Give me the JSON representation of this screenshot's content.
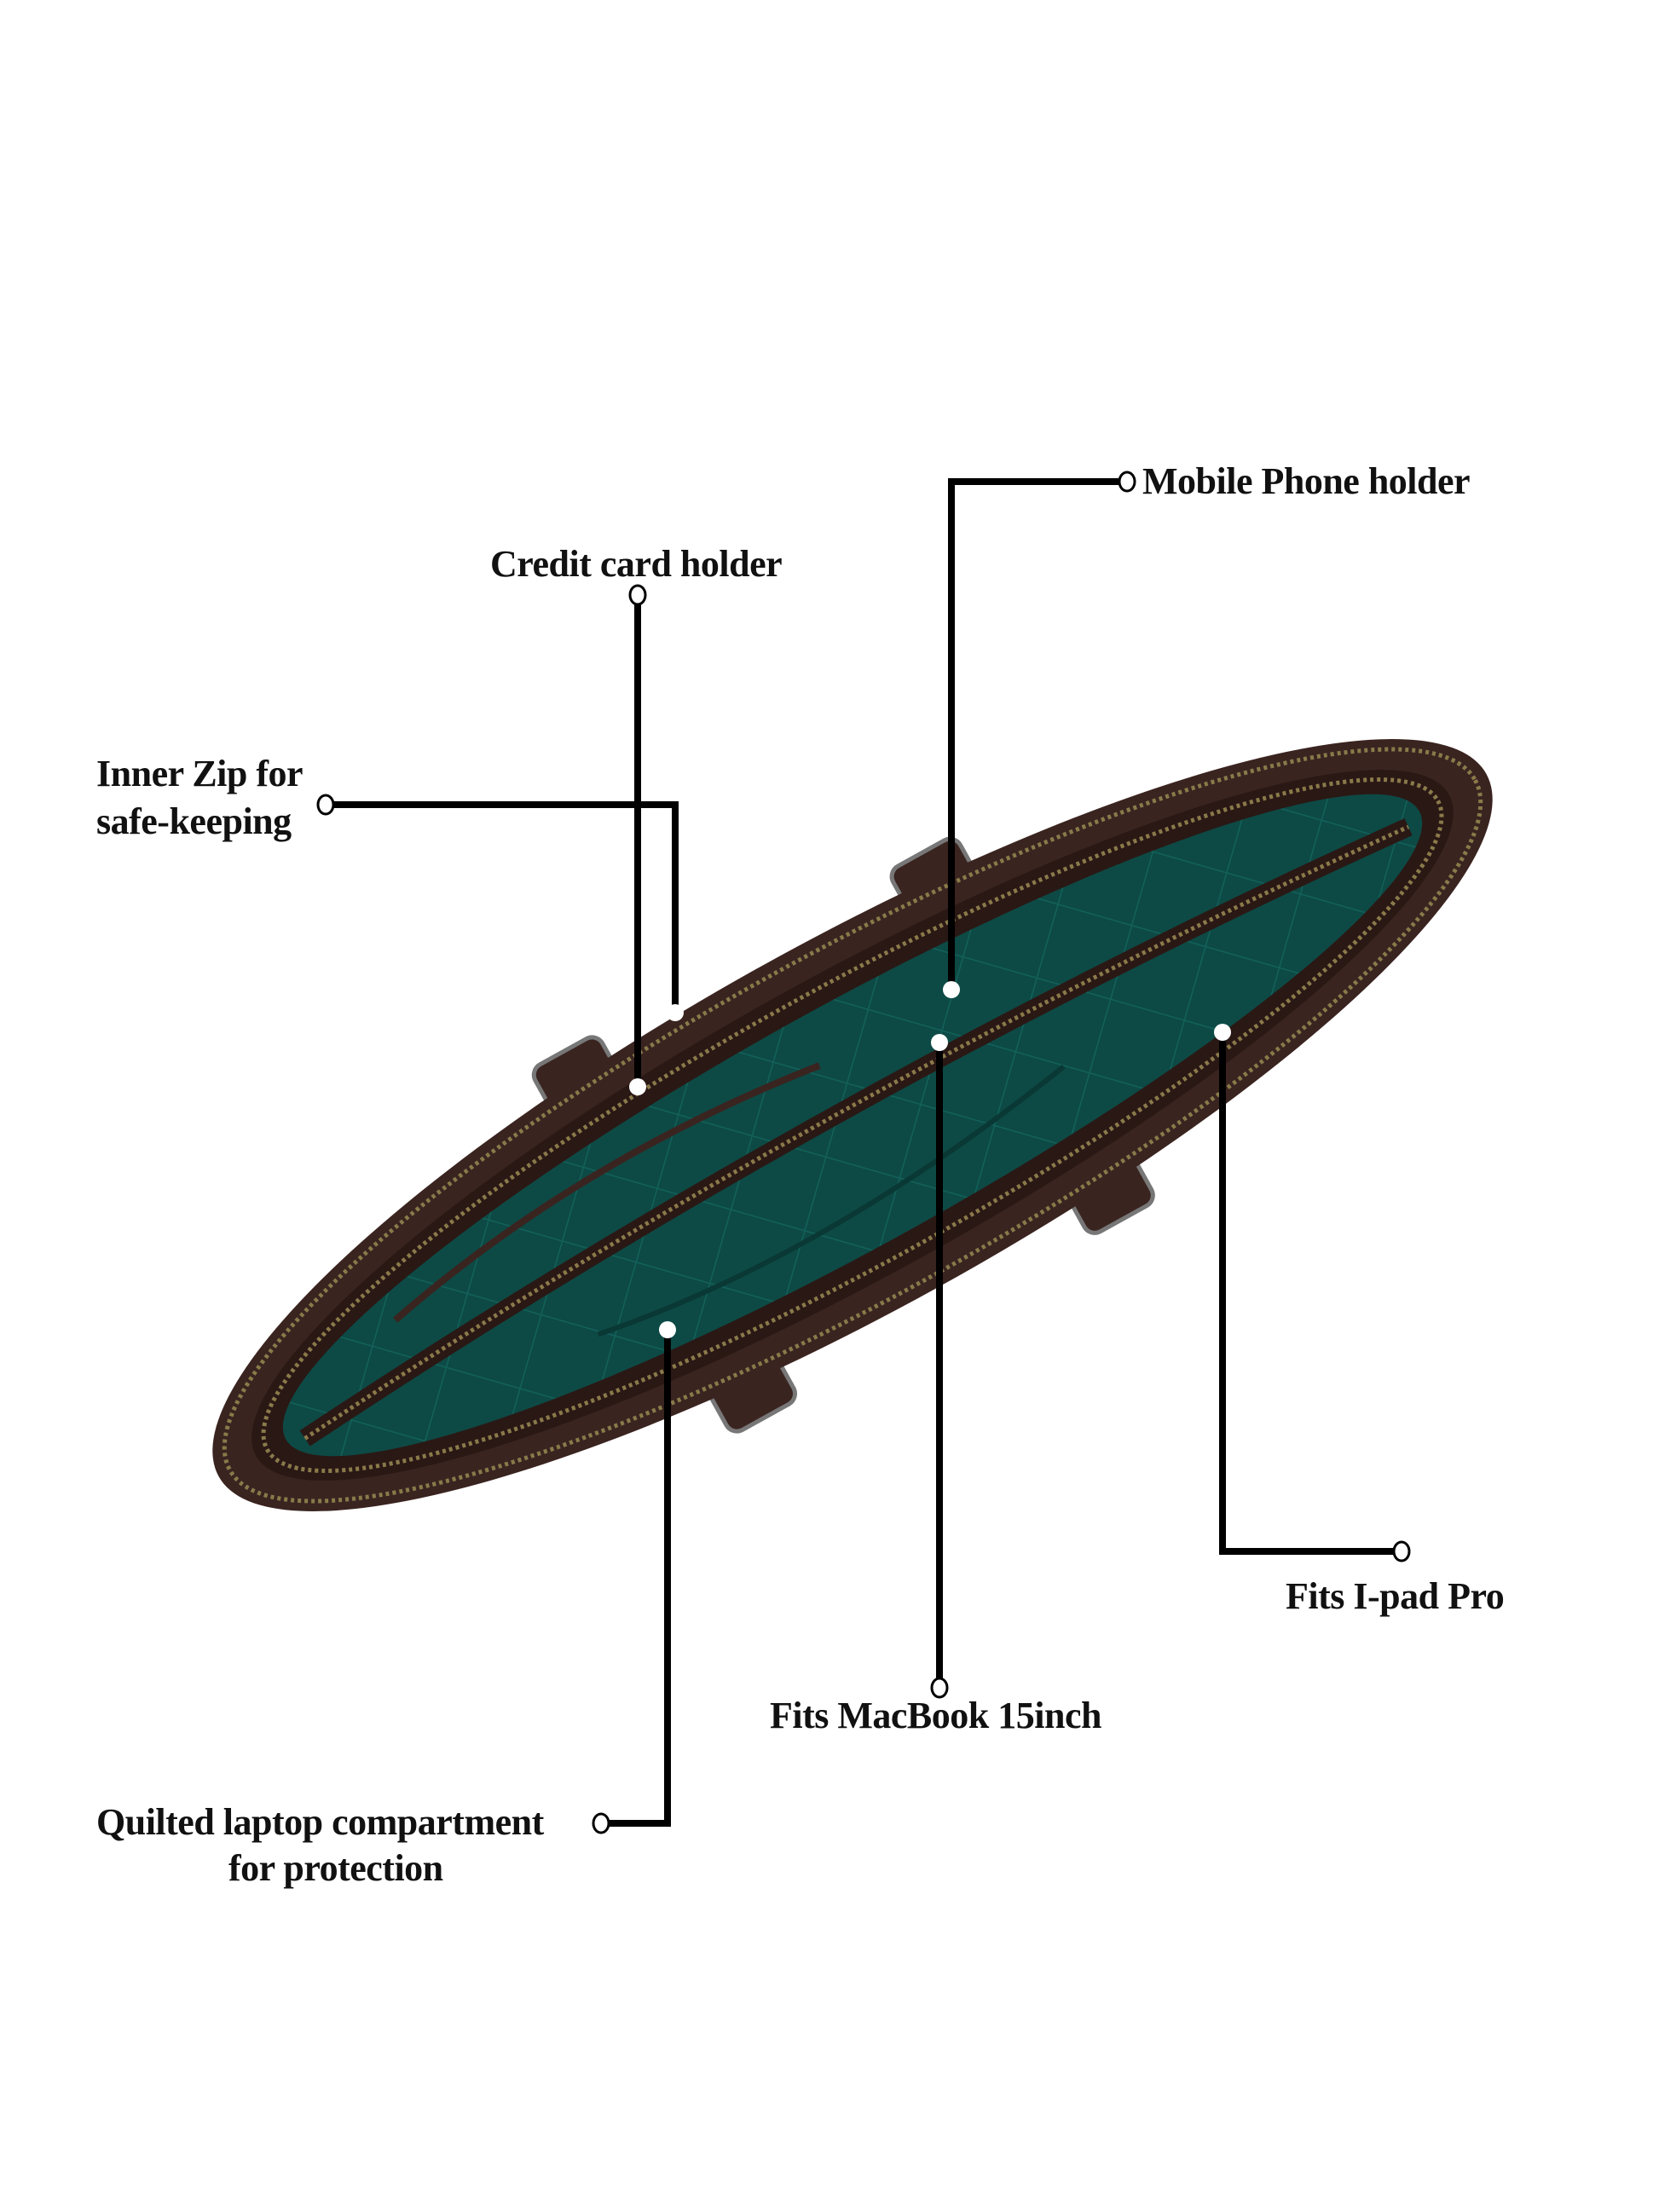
{
  "callouts": {
    "mobile_phone_holder": "Mobile Phone holder",
    "credit_card_holder": "Credit card holder",
    "inner_zip_line1": "Inner Zip for",
    "inner_zip_line2": "safe-keeping",
    "ipad_pro": "Fits I-pad Pro",
    "macbook": "Fits MacBook 15inch",
    "quilted_line1": "Quilted laptop compartment",
    "quilted_line2": "for protection"
  },
  "colors": {
    "leather": "#3a2420",
    "lining": "#0d4a45",
    "leader_line": "#000000"
  }
}
